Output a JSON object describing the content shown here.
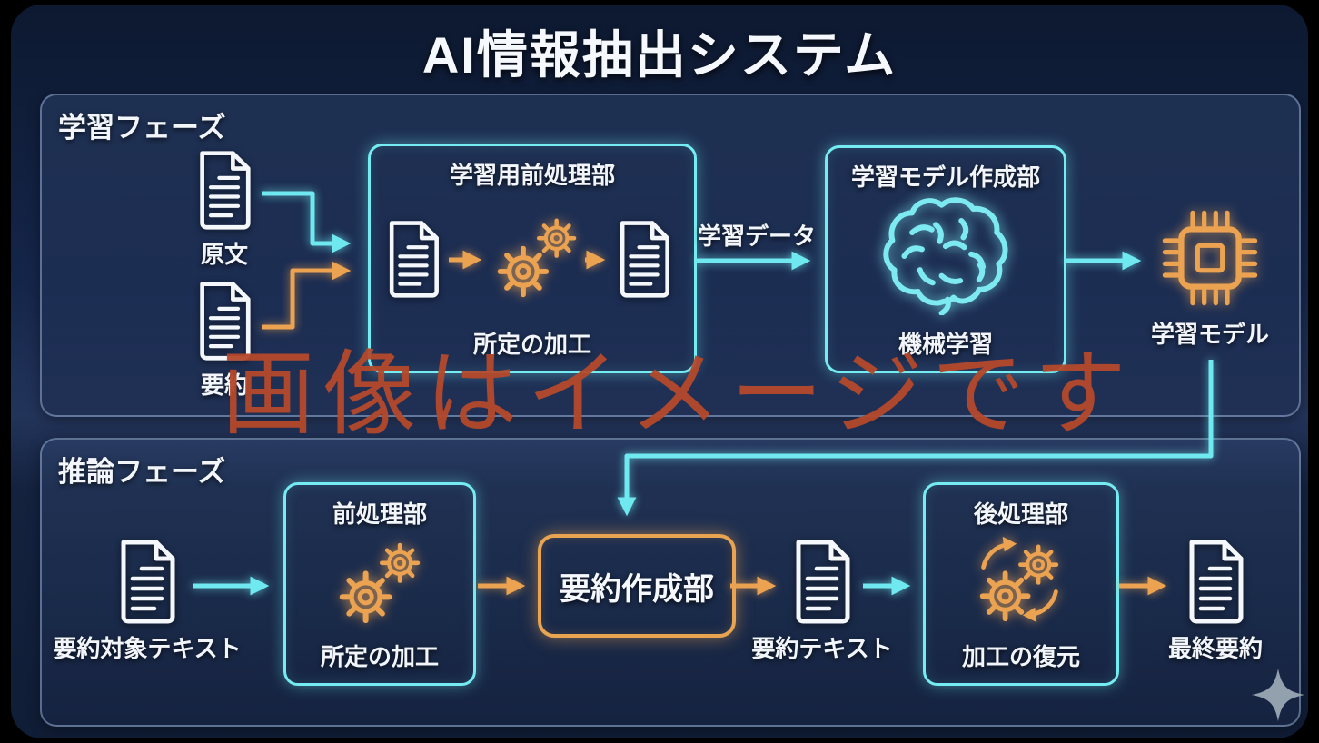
{
  "title": "AI情報抽出システム",
  "watermark_text": "画像はイメージです",
  "colors": {
    "background": "#000000",
    "panel": "#16274a",
    "cyan_accent": "#6fe9ef",
    "orange_accent": "#eba352",
    "text": "#f4f7fb",
    "watermark": "#b5492b",
    "sparkle": "#93a0ae"
  },
  "learning": {
    "label": "学習フェーズ",
    "source_doc": {
      "label": "原文"
    },
    "summary_doc": {
      "label": "要約"
    },
    "preprocess": {
      "title": "学習用前処理部",
      "caption": "所定の加工"
    },
    "data_arrow_label": "学習データ",
    "model_builder": {
      "title": "学習モデル作成部",
      "caption": "機械学習"
    },
    "model_output": {
      "label": "学習モデル"
    }
  },
  "inference": {
    "label": "推論フェーズ",
    "input_doc": {
      "label": "要約対象テキスト"
    },
    "preprocess": {
      "title": "前処理部",
      "caption": "所定の加工"
    },
    "summarizer": {
      "label": "要約作成部"
    },
    "summary_doc": {
      "label": "要約テキスト"
    },
    "postprocess": {
      "title": "後処理部",
      "caption": "加工の復元"
    },
    "final_doc": {
      "label": "最終要約"
    }
  }
}
